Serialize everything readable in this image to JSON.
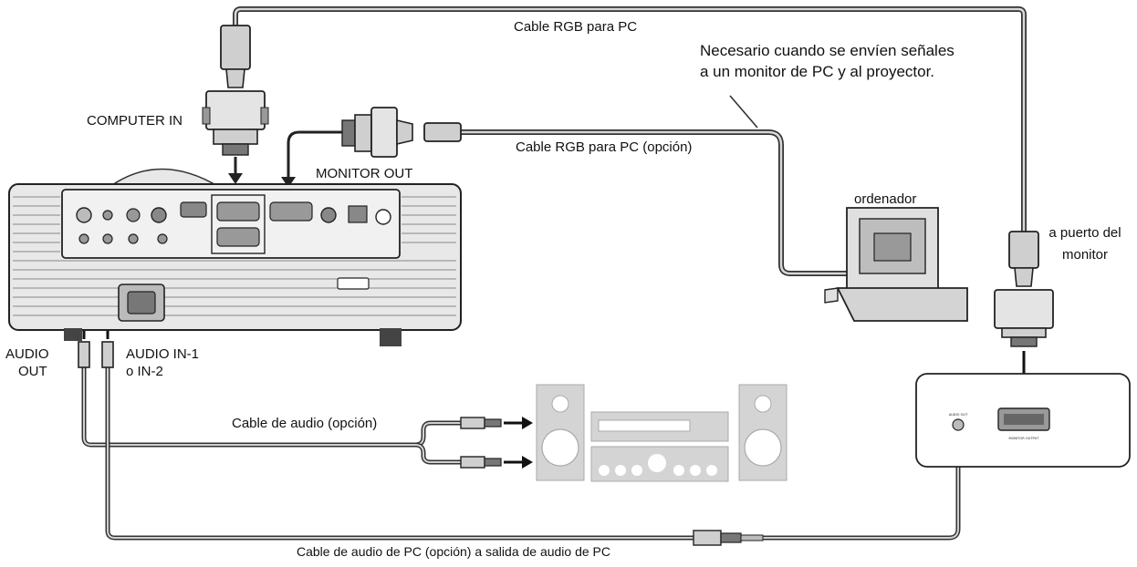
{
  "labels": {
    "cable_rgb_pc": "Cable RGB para PC",
    "note_line1": "Necesario cuando se envíen señales",
    "note_line2": "a un monitor de PC y al proyector.",
    "computer_in": "COMPUTER IN",
    "cable_rgb_pc_option": "Cable RGB para PC (opción)",
    "monitor_out": "MONITOR OUT",
    "ordenador": "ordenador",
    "monitor_port_line1": "a puerto del",
    "monitor_port_line2": "monitor",
    "audio_out_line1": "AUDIO",
    "audio_out_line2": "OUT",
    "audio_in_line1": "AUDIO IN-1",
    "audio_in_line2": "o IN-2",
    "cable_audio_option": "Cable de audio (opción)",
    "cable_audio_pc": "Cable de audio de PC (opción) a salida de audio de PC"
  },
  "computer_panel": {
    "audio_out": "AUDIO OUT",
    "monitor_output": "MONITOR OUTPUT"
  },
  "colors": {
    "line": "#333333",
    "cable_fill": "#bdbdbd",
    "equipment_fill": "#d4d4d4",
    "projector_panel": "#e6e6e6"
  }
}
